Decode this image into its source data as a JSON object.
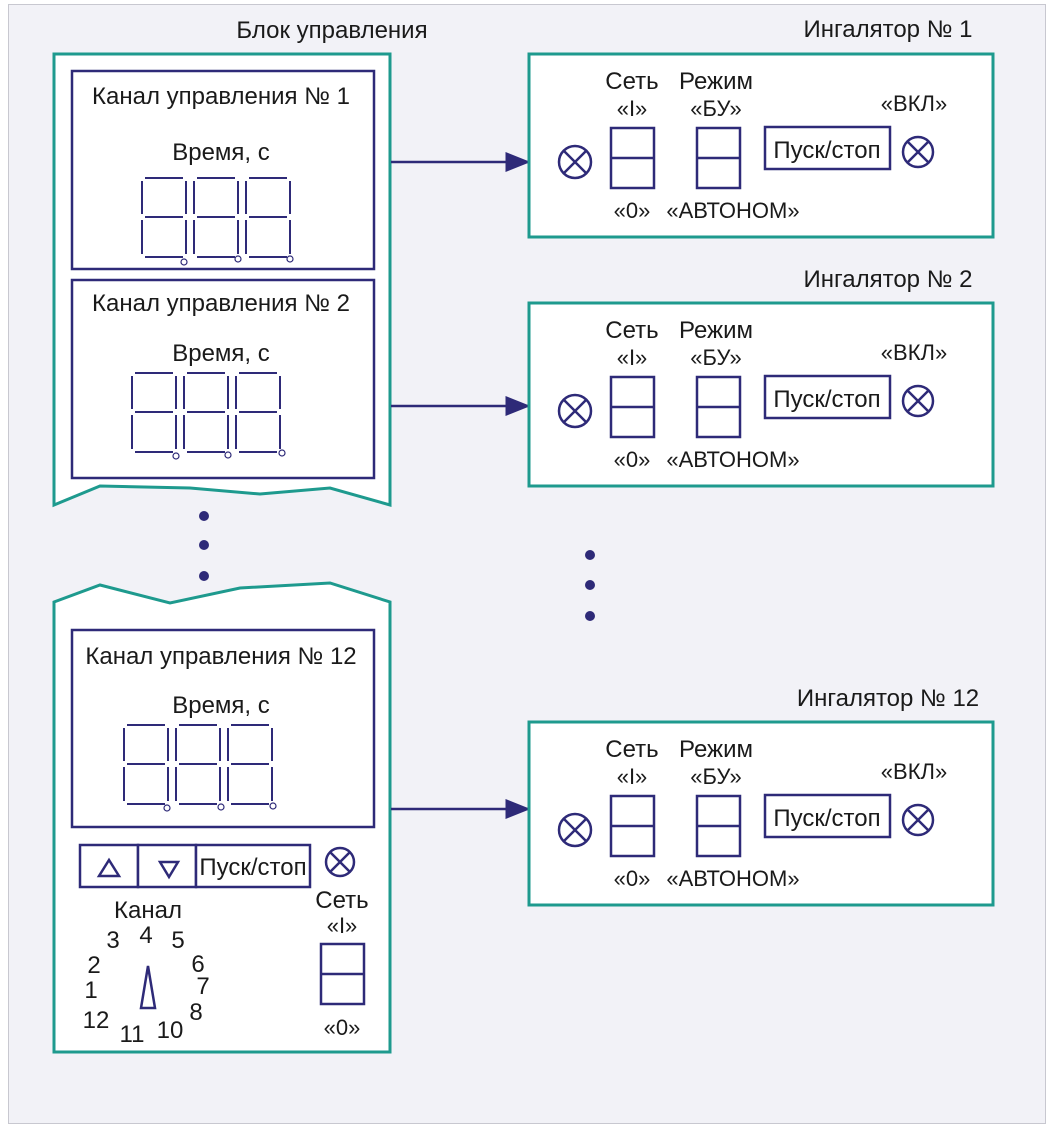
{
  "control_unit": {
    "title": "Блок управления",
    "channels": [
      {
        "label": "Канал управления № 1",
        "time_label": "Время, с"
      },
      {
        "label": "Канал управления № 2",
        "time_label": "Время, с"
      },
      {
        "label": "Канал управления № 12",
        "time_label": "Время, с"
      }
    ],
    "panel": {
      "start_stop": "Пуск/стоп",
      "channel_label": "Канал",
      "dial_numbers": [
        "1",
        "2",
        "3",
        "4",
        "5",
        "6",
        "7",
        "8",
        "10",
        "11",
        "12"
      ],
      "network_label": "Сеть",
      "on_label": "«I»",
      "off_label": "«0»"
    }
  },
  "inhalers": [
    {
      "title": "Ингалятор № 1",
      "network": "Сеть",
      "on": "«I»",
      "off": "«0»",
      "mode": "Режим",
      "mode_bu": "«БУ»",
      "mode_auto": "«АВТОНОМ»",
      "start_stop": "Пуск/стоп",
      "vkl": "«ВКЛ»"
    },
    {
      "title": "Ингалятор № 2",
      "network": "Сеть",
      "on": "«I»",
      "off": "«0»",
      "mode": "Режим",
      "mode_bu": "«БУ»",
      "mode_auto": "«АВТОНОМ»",
      "start_stop": "Пуск/стоп",
      "vkl": "«ВКЛ»"
    },
    {
      "title": "Ингалятор № 12",
      "network": "Сеть",
      "on": "«I»",
      "off": "«0»",
      "mode": "Режим",
      "mode_bu": "«БУ»",
      "mode_auto": "«АВТОНОМ»",
      "start_stop": "Пуск/стоп",
      "vkl": "«ВКЛ»"
    }
  ],
  "colors": {
    "frame": "#1e9a8e",
    "ink": "#2e2a78",
    "background": "#f2f2f7"
  }
}
